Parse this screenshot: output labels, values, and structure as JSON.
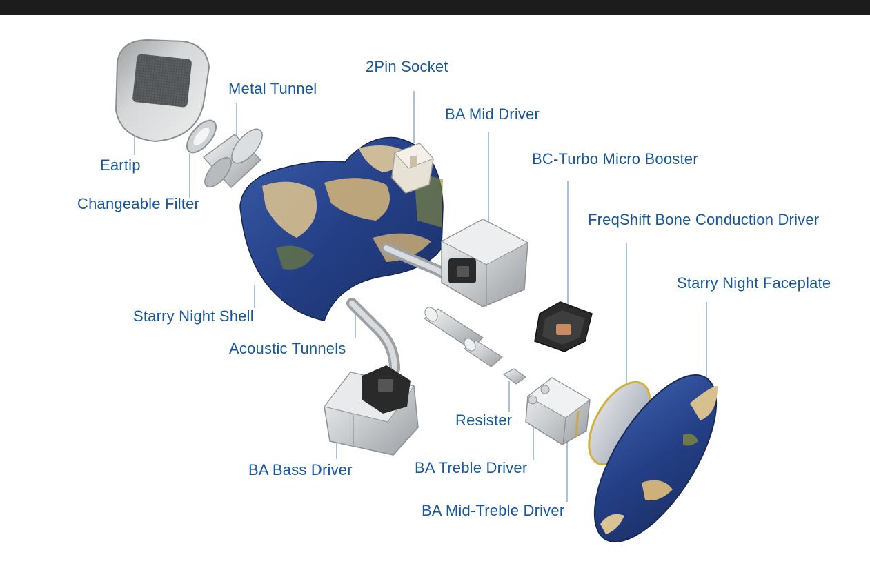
{
  "diagram": {
    "labels": {
      "pin_socket": "2Pin Socket",
      "metal_tunnel": "Metal Tunnel",
      "ba_mid_driver": "BA Mid Driver",
      "bc_turbo": "BC-Turbo Micro Booster",
      "eartip": "Eartip",
      "changeable_filter": "Changeable Filter",
      "freqshift": "FreqShift Bone Conduction Driver",
      "faceplate": "Starry Night Faceplate",
      "shell": "Starry Night Shell",
      "acoustic_tunnels": "Acoustic Tunnels",
      "resister": "Resister",
      "ba_bass_driver": "BA Bass Driver",
      "ba_treble_driver": "BA Treble Driver",
      "ba_mid_treble_driver": "BA Mid-Treble Driver"
    },
    "colors": {
      "label_text": "#17589c",
      "leader_line": "#7fa8cf",
      "top_bar": "#1c1c1c",
      "shell_blue": "#2c4f9a",
      "shell_wood": "#d2b98a",
      "metal": "#bfc2c4"
    }
  }
}
